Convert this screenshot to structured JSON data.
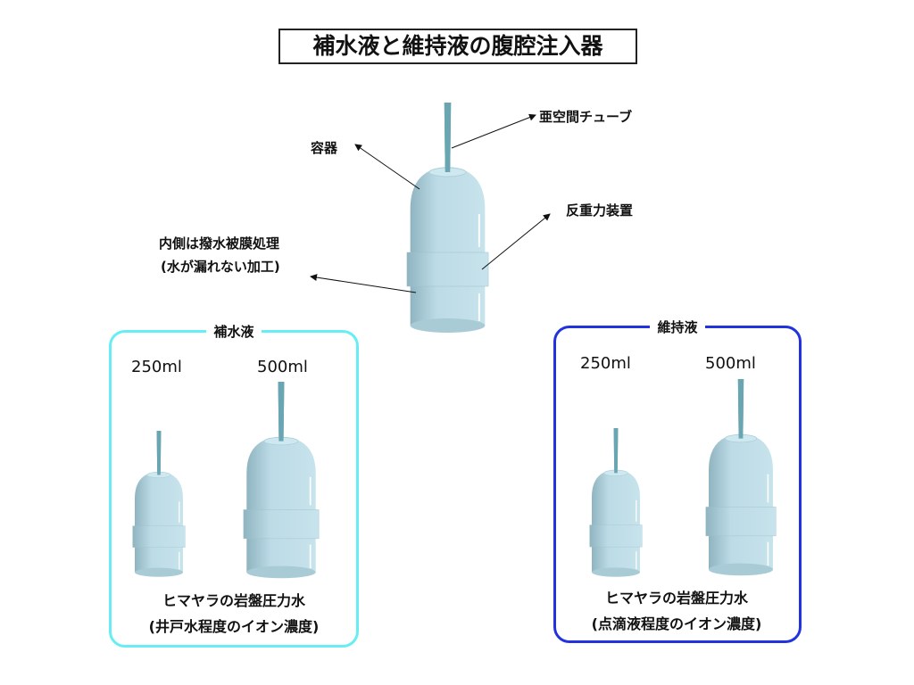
{
  "title": "補水液と維持液の腹腔注入器",
  "labels": {
    "container": "容器",
    "tube": "亜空間チューブ",
    "antigravity": "反重力装置",
    "inner_line1": "内側は撥水被膜処理",
    "inner_line2": "(水が漏れない加工)"
  },
  "left_box": {
    "title": "補水液",
    "sizes": [
      "250ml",
      "500ml"
    ],
    "caption_line1": "ヒマヤラの岩盤圧力水",
    "caption_line2": "(井戸水程度のイオン濃度)",
    "border_color": "#66eef4"
  },
  "right_box": {
    "title": "維持液",
    "sizes": [
      "250ml",
      "500ml"
    ],
    "caption_line1": "ヒマヤラの岩盤圧力水",
    "caption_line2": "(点滴液程度のイオン濃度)",
    "border_color": "#2233dd"
  }
}
